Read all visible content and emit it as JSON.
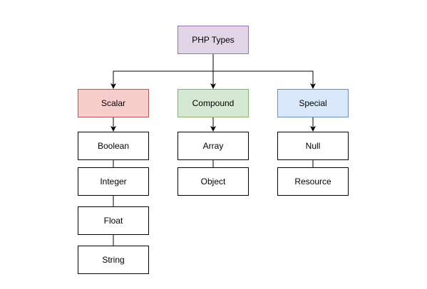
{
  "colors": {
    "root_fill": "#e1d5e7",
    "root_stroke": "#9673a6",
    "scalar_fill": "#f8cecc",
    "scalar_stroke": "#b85450",
    "compound_fill": "#d5e8d4",
    "compound_stroke": "#82b366",
    "special_fill": "#dae8fc",
    "special_stroke": "#6c8ebf",
    "leaf_fill": "#ffffff",
    "leaf_stroke": "#000000",
    "edge": "#000000"
  },
  "nodes": {
    "root": "PHP Types",
    "scalar": "Scalar",
    "compound": "Compound",
    "special": "Special",
    "boolean": "Boolean",
    "integer": "Integer",
    "float": "Float",
    "string": "String",
    "array": "Array",
    "object": "Object",
    "null": "Null",
    "resource": "Resource"
  }
}
